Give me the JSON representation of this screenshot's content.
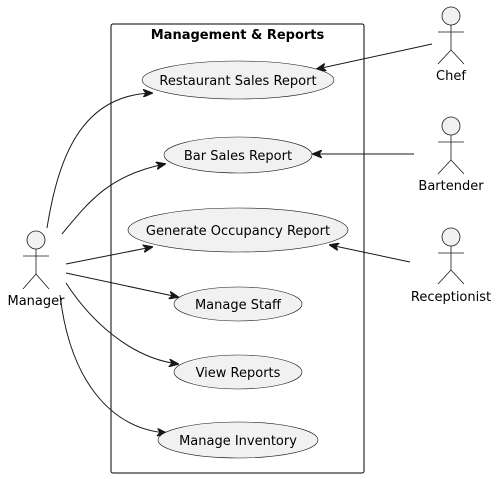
{
  "package": {
    "title": "Management & Reports"
  },
  "use_cases": [
    {
      "id": "uc-restaurant-sales",
      "label": "Restaurant Sales Report"
    },
    {
      "id": "uc-bar-sales",
      "label": "Bar Sales Report"
    },
    {
      "id": "uc-generate-occupancy",
      "label": "Generate Occupancy Report"
    },
    {
      "id": "uc-manage-staff",
      "label": "Manage Staff"
    },
    {
      "id": "uc-view-reports",
      "label": "View Reports"
    },
    {
      "id": "uc-manage-inventory",
      "label": "Manage Inventory"
    }
  ],
  "actors": [
    {
      "id": "manager",
      "label": "Manager"
    },
    {
      "id": "chef",
      "label": "Chef"
    },
    {
      "id": "bartender",
      "label": "Bartender"
    },
    {
      "id": "receptionist",
      "label": "Receptionist"
    }
  ],
  "colors": {
    "use_case_fill": "#f1f1f1",
    "line": "#181818",
    "background": "#ffffff"
  }
}
